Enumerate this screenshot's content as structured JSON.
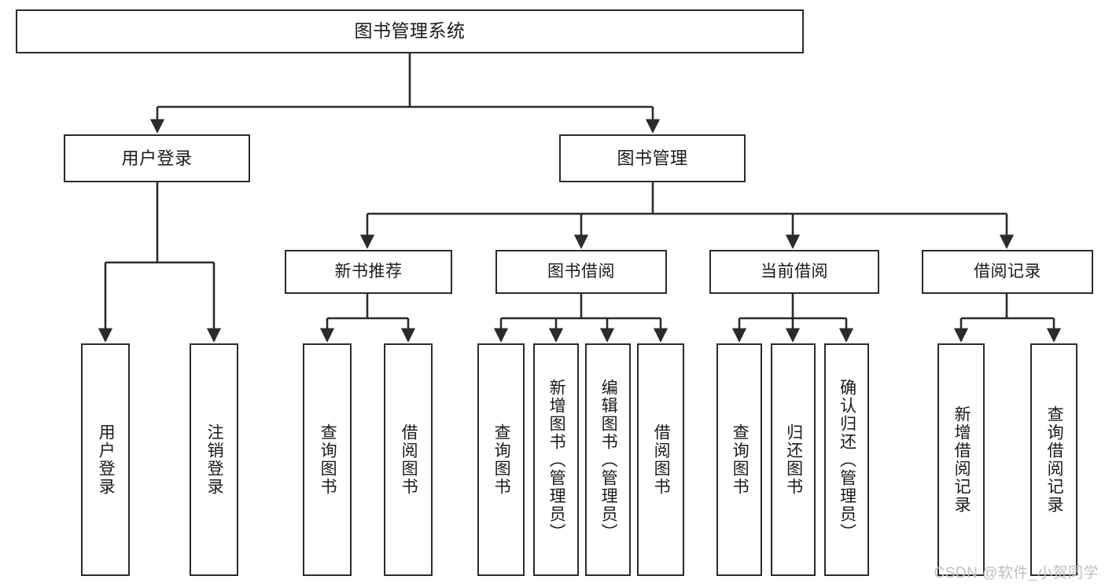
{
  "diagram": {
    "title": "图书管理系统",
    "type": "functional-structure-tree",
    "watermark": "CSDN @软件_小贺同学",
    "colors": {
      "background": "#ffffff",
      "border": "#2b2b2b",
      "text": "#1a1a1a",
      "connector": "#2b2b2b",
      "watermark": "#bfbfbf"
    }
  },
  "nodes": {
    "root": {
      "label": "图书管理系统"
    },
    "level1": [
      {
        "key": "user-login",
        "label": "用户登录"
      },
      {
        "key": "book-manage",
        "label": "图书管理"
      }
    ],
    "level2": [
      {
        "key": "new-book-recommend",
        "label": "新书推荐"
      },
      {
        "key": "book-borrow",
        "label": "图书借阅"
      },
      {
        "key": "current-borrow",
        "label": "当前借阅"
      },
      {
        "key": "borrow-record",
        "label": "借阅记录"
      }
    ],
    "leaves": {
      "user-login": [
        {
          "key": "user-login-leaf",
          "label": "用户登录"
        },
        {
          "key": "logout-leaf",
          "label": "注销登录"
        }
      ],
      "new-book-recommend": [
        {
          "key": "query-book-1",
          "label": "查询图书"
        },
        {
          "key": "borrow-book-1",
          "label": "借阅图书"
        }
      ],
      "book-borrow": [
        {
          "key": "query-book-2",
          "label": "查询图书"
        },
        {
          "key": "add-book-admin",
          "label": "新增图书（管理员）"
        },
        {
          "key": "edit-book-admin",
          "label": "编辑图书（管理员）"
        },
        {
          "key": "borrow-book-2",
          "label": "借阅图书"
        }
      ],
      "current-borrow": [
        {
          "key": "query-book-3",
          "label": "查询图书"
        },
        {
          "key": "return-book",
          "label": "归还图书"
        },
        {
          "key": "confirm-return-admin",
          "label": "确认归还（管理员）"
        }
      ],
      "borrow-record": [
        {
          "key": "add-borrow-record",
          "label": "新增借阅记录"
        },
        {
          "key": "query-borrow-record",
          "label": "查询借阅记录"
        }
      ]
    }
  }
}
